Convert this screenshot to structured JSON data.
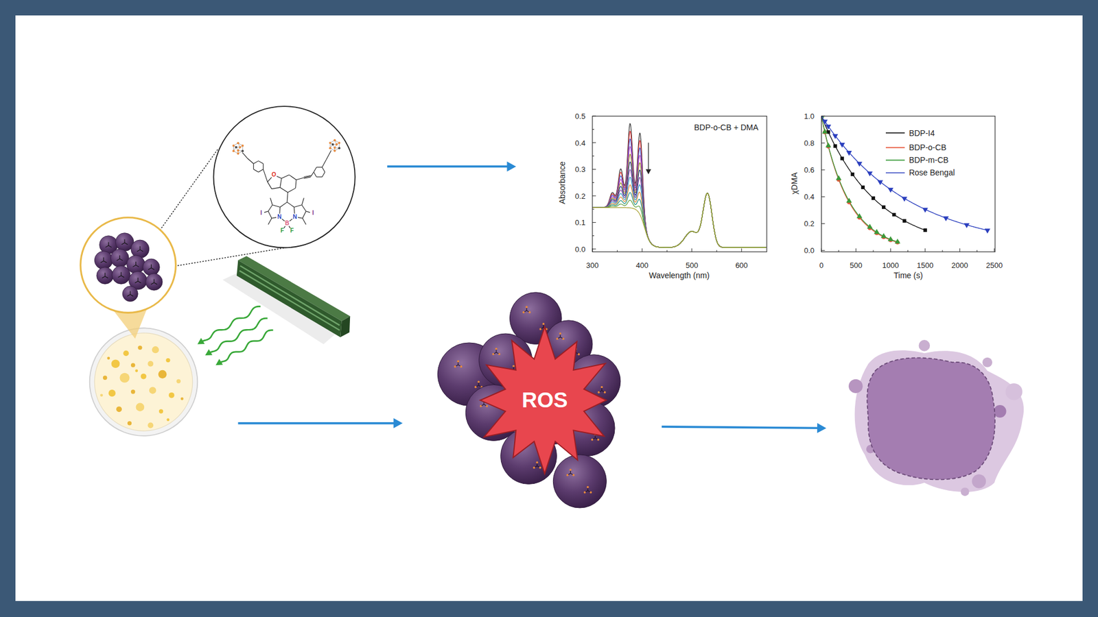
{
  "diagram": {
    "nodes": [
      {
        "text": [
          "ROS"
        ]
      }
    ],
    "labels": [
      "O",
      "I",
      "N",
      "B",
      "N",
      "I",
      "F",
      "F",
      "BDP-o-CB + DMA",
      "0.5",
      "0.4",
      "0.3",
      "0.2",
      "0.1",
      "0.0",
      "Absorbance",
      "300",
      "400",
      "500",
      "600",
      "Wavelength (nm)",
      "1.0",
      "0.8",
      "0.6",
      "0.4",
      "0.2",
      "0.0",
      "χDMA",
      "0",
      "500",
      "1000",
      "1500",
      "2000",
      "2500",
      "Time (s)"
    ],
    "legend": [
      {
        "text": "BDP-I4"
      },
      {
        "text": "BDP-o-CB"
      },
      {
        "text": "BDP-m-CB"
      },
      {
        "text": "Rose Bengal"
      }
    ]
  }
}
